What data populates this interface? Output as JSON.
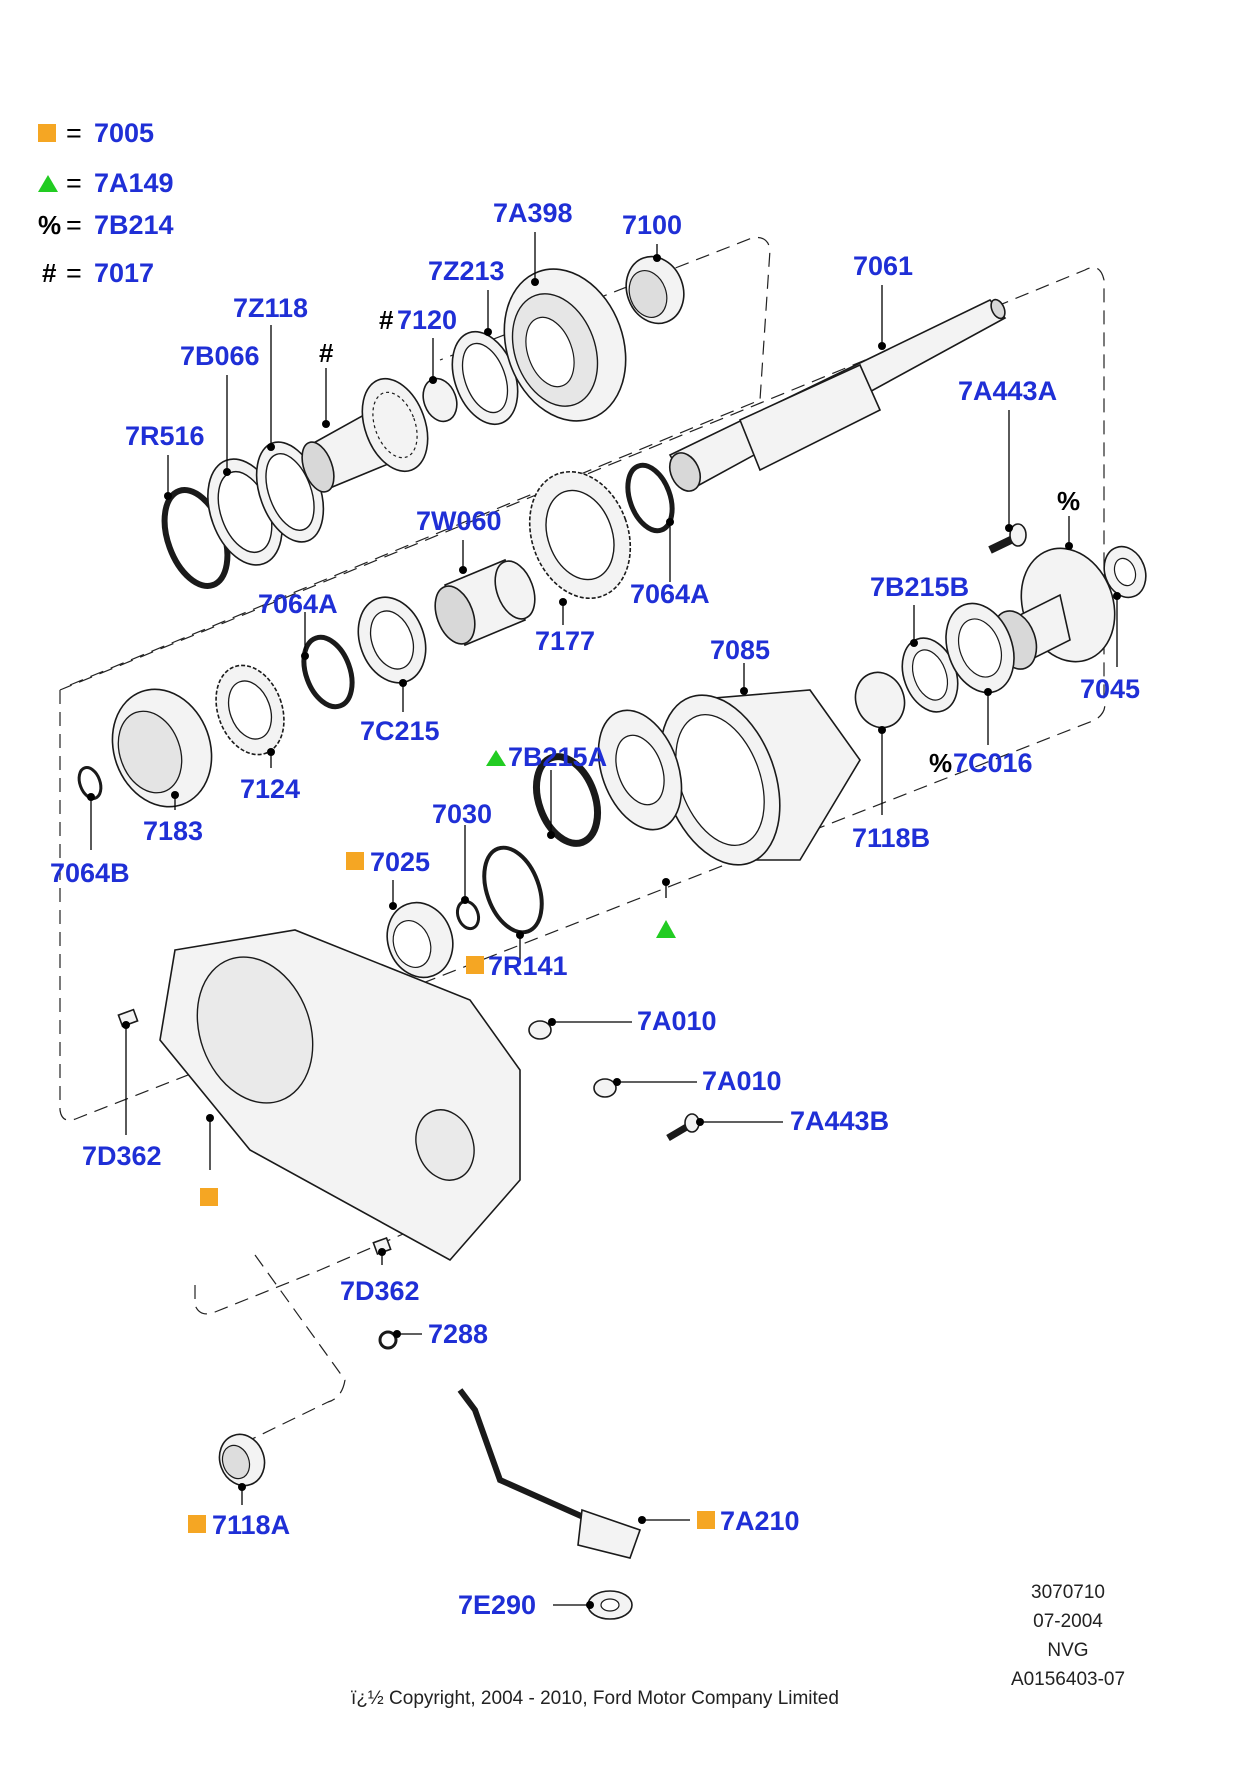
{
  "legend": [
    {
      "symbol": "square",
      "color": "#f5a623",
      "code": "7005"
    },
    {
      "symbol": "triangle",
      "color": "#22cc22",
      "code": "7A149"
    },
    {
      "symbol": "%",
      "code": "7B214"
    },
    {
      "symbol": "#",
      "code": "7017"
    }
  ],
  "legend_eq": "=",
  "labels": {
    "p7A398": "7A398",
    "p7100": "7100",
    "p7061": "7061",
    "p7Z213": "7Z213",
    "p7Z118": "7Z118",
    "p7120": "7120",
    "p7120_prefix": "#",
    "hash_mark": "#",
    "p7B066": "7B066",
    "p7R516": "7R516",
    "p7A443A": "7A443A",
    "pct_mark": "%",
    "p7W060": "7W060",
    "p7064A_top": "7064A",
    "p7064A_mid": "7064A",
    "p7177": "7177",
    "p7B215B": "7B215B",
    "p7045": "7045",
    "p7C215": "7C215",
    "p7085": "7085",
    "p7C016": "7C016",
    "p7C016_prefix": "%",
    "p7124": "7124",
    "p7183": "7183",
    "p7064B": "7064B",
    "p7B215A": "7B215A",
    "p7030": "7030",
    "p7118B": "7118B",
    "p7025": "7025",
    "p7R141": "7R141",
    "p7A010_a": "7A010",
    "p7A010_b": "7A010",
    "p7A443B": "7A443B",
    "p7D362_a": "7D362",
    "p7D362_b": "7D362",
    "p7288": "7288",
    "p7118A": "7118A",
    "p7A210": "7A210",
    "p7E290": "7E290"
  },
  "meta": {
    "line1": "3070710",
    "line2": "07-2004",
    "line3": "NVG",
    "line4": "A0156403-07"
  },
  "copyright": "ï¿½ Copyright, 2004 - 2010, Ford Motor Company Limited",
  "colors": {
    "label": "#1f2fd6",
    "square_marker": "#f5a623",
    "triangle_marker": "#22cc22"
  }
}
